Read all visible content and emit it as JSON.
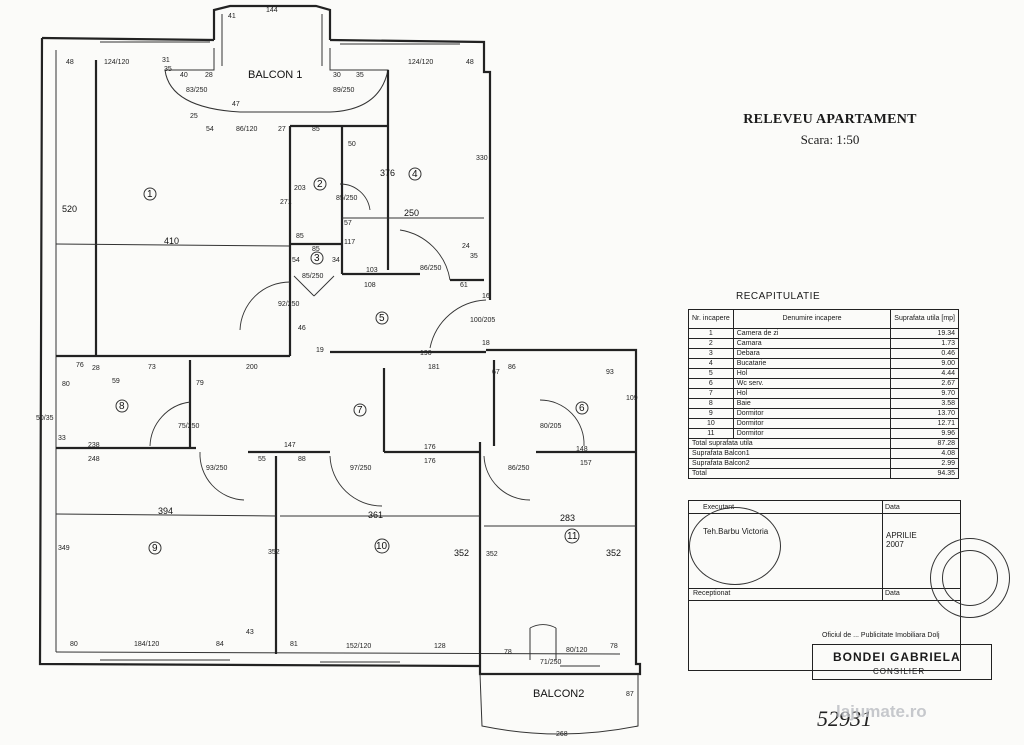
{
  "header": {
    "title": "RELEVEU APARTAMENT",
    "scale": "Scara: 1:50"
  },
  "recap": {
    "title": "RECAPITULATIE",
    "columns": [
      "Nr. incapere",
      "Denumire incapere",
      "Suprafata utila [mp]"
    ],
    "rows": [
      {
        "nr": "1",
        "name": "Camera de zi",
        "area": "19.34"
      },
      {
        "nr": "2",
        "name": "Camara",
        "area": "1.73"
      },
      {
        "nr": "3",
        "name": "Debara",
        "area": "0.46"
      },
      {
        "nr": "4",
        "name": "Bucatarie",
        "area": "9.00"
      },
      {
        "nr": "5",
        "name": "Hol",
        "area": "4.44"
      },
      {
        "nr": "6",
        "name": "Wc serv.",
        "area": "2.67"
      },
      {
        "nr": "7",
        "name": "Hol",
        "area": "9.70"
      },
      {
        "nr": "8",
        "name": "Baie",
        "area": "3.58"
      },
      {
        "nr": "9",
        "name": "Dormitor",
        "area": "13.70"
      },
      {
        "nr": "10",
        "name": "Dormitor",
        "area": "12.71"
      },
      {
        "nr": "11",
        "name": "Dormitor",
        "area": "9.96"
      }
    ],
    "totals": [
      {
        "label": "Total suprafata utila",
        "area": "87.28"
      },
      {
        "label": "Suprafata Balcon1",
        "area": "4.08"
      },
      {
        "label": "Suprafata Balcon2",
        "area": "2.99"
      },
      {
        "label": "Total",
        "area": "94.35"
      }
    ]
  },
  "signature": {
    "executant_label": "Executant",
    "date_label": "Data",
    "executant_name": "Teh.Barbu Victoria",
    "date_value": "APRILIE 2007",
    "receptionat_label": "Receptionat",
    "date_label2": "Data"
  },
  "office": {
    "line1": "Oficiul de ... Publicitate Imobiliara Dolj",
    "name": "BONDEI GABRIELA",
    "role": "CONSILIER"
  },
  "plan": {
    "balcony1": "BALCON 1",
    "balcony2": "BALCON2",
    "rooms": [
      "1",
      "2",
      "3",
      "4",
      "5",
      "6",
      "7",
      "8",
      "9",
      "10",
      "11"
    ],
    "dims": {
      "d144": "144",
      "d41": "41",
      "d124a": "124/120",
      "d48a": "48",
      "d31": "31",
      "d35a": "35",
      "d40": "40",
      "d28": "28",
      "d30a": "30",
      "d35b": "35",
      "d124b": "124/120",
      "d48b": "48",
      "d83": "83/250",
      "d89": "89/250",
      "d47": "47",
      "d25": "25",
      "d54": "54",
      "d86": "86/120",
      "d27": "27",
      "d85a": "85",
      "d50": "50",
      "d330": "330",
      "d520": "520",
      "d376": "376",
      "d203": "203",
      "d271": "271",
      "d85b": "85/250",
      "d57": "57",
      "d250": "250",
      "d410": "410",
      "d85c": "85",
      "d117": "117",
      "d85d": "85",
      "d24": "24",
      "d35c": "35",
      "d54b": "54",
      "d34": "34",
      "d85e": "85/250",
      "d86b": "86/250",
      "d103": "103",
      "d108": "108",
      "d61": "61",
      "d16a": "16",
      "d92": "92/250",
      "d100": "100/205",
      "d46": "46",
      "d19": "19",
      "d190": "190",
      "d18": "18",
      "d76": "76",
      "d28b": "28",
      "d73": "73",
      "d200": "200",
      "d181": "181",
      "d67": "67",
      "d86c": "86",
      "d93": "93",
      "d59": "59",
      "d79": "79",
      "d80a": "80",
      "d109": "109",
      "d50b": "50/35",
      "d75": "75/250",
      "d80b": "80/205",
      "d33": "33",
      "d238": "238",
      "d147": "147",
      "d176a": "176",
      "d148": "148",
      "d248": "248",
      "d55": "55",
      "d88": "88",
      "d176b": "176",
      "d157": "157",
      "d93b": "93/250",
      "d97": "97/250",
      "d86d": "86/250",
      "d394": "394",
      "d361": "361",
      "d283": "283",
      "d349": "349",
      "d352a": "352",
      "d352b": "352",
      "d352c": "352",
      "d352d": "352",
      "d80c": "80",
      "d184": "184/120",
      "d84": "84",
      "d43": "43",
      "d81": "81",
      "d152": "152/120",
      "d128": "128",
      "d78a": "78",
      "d71": "71/250",
      "d80d": "80/120",
      "d78b": "78",
      "d268": "268",
      "d87": "87"
    }
  },
  "handwritten_number": "52931",
  "watermark": "lajumate.ro"
}
